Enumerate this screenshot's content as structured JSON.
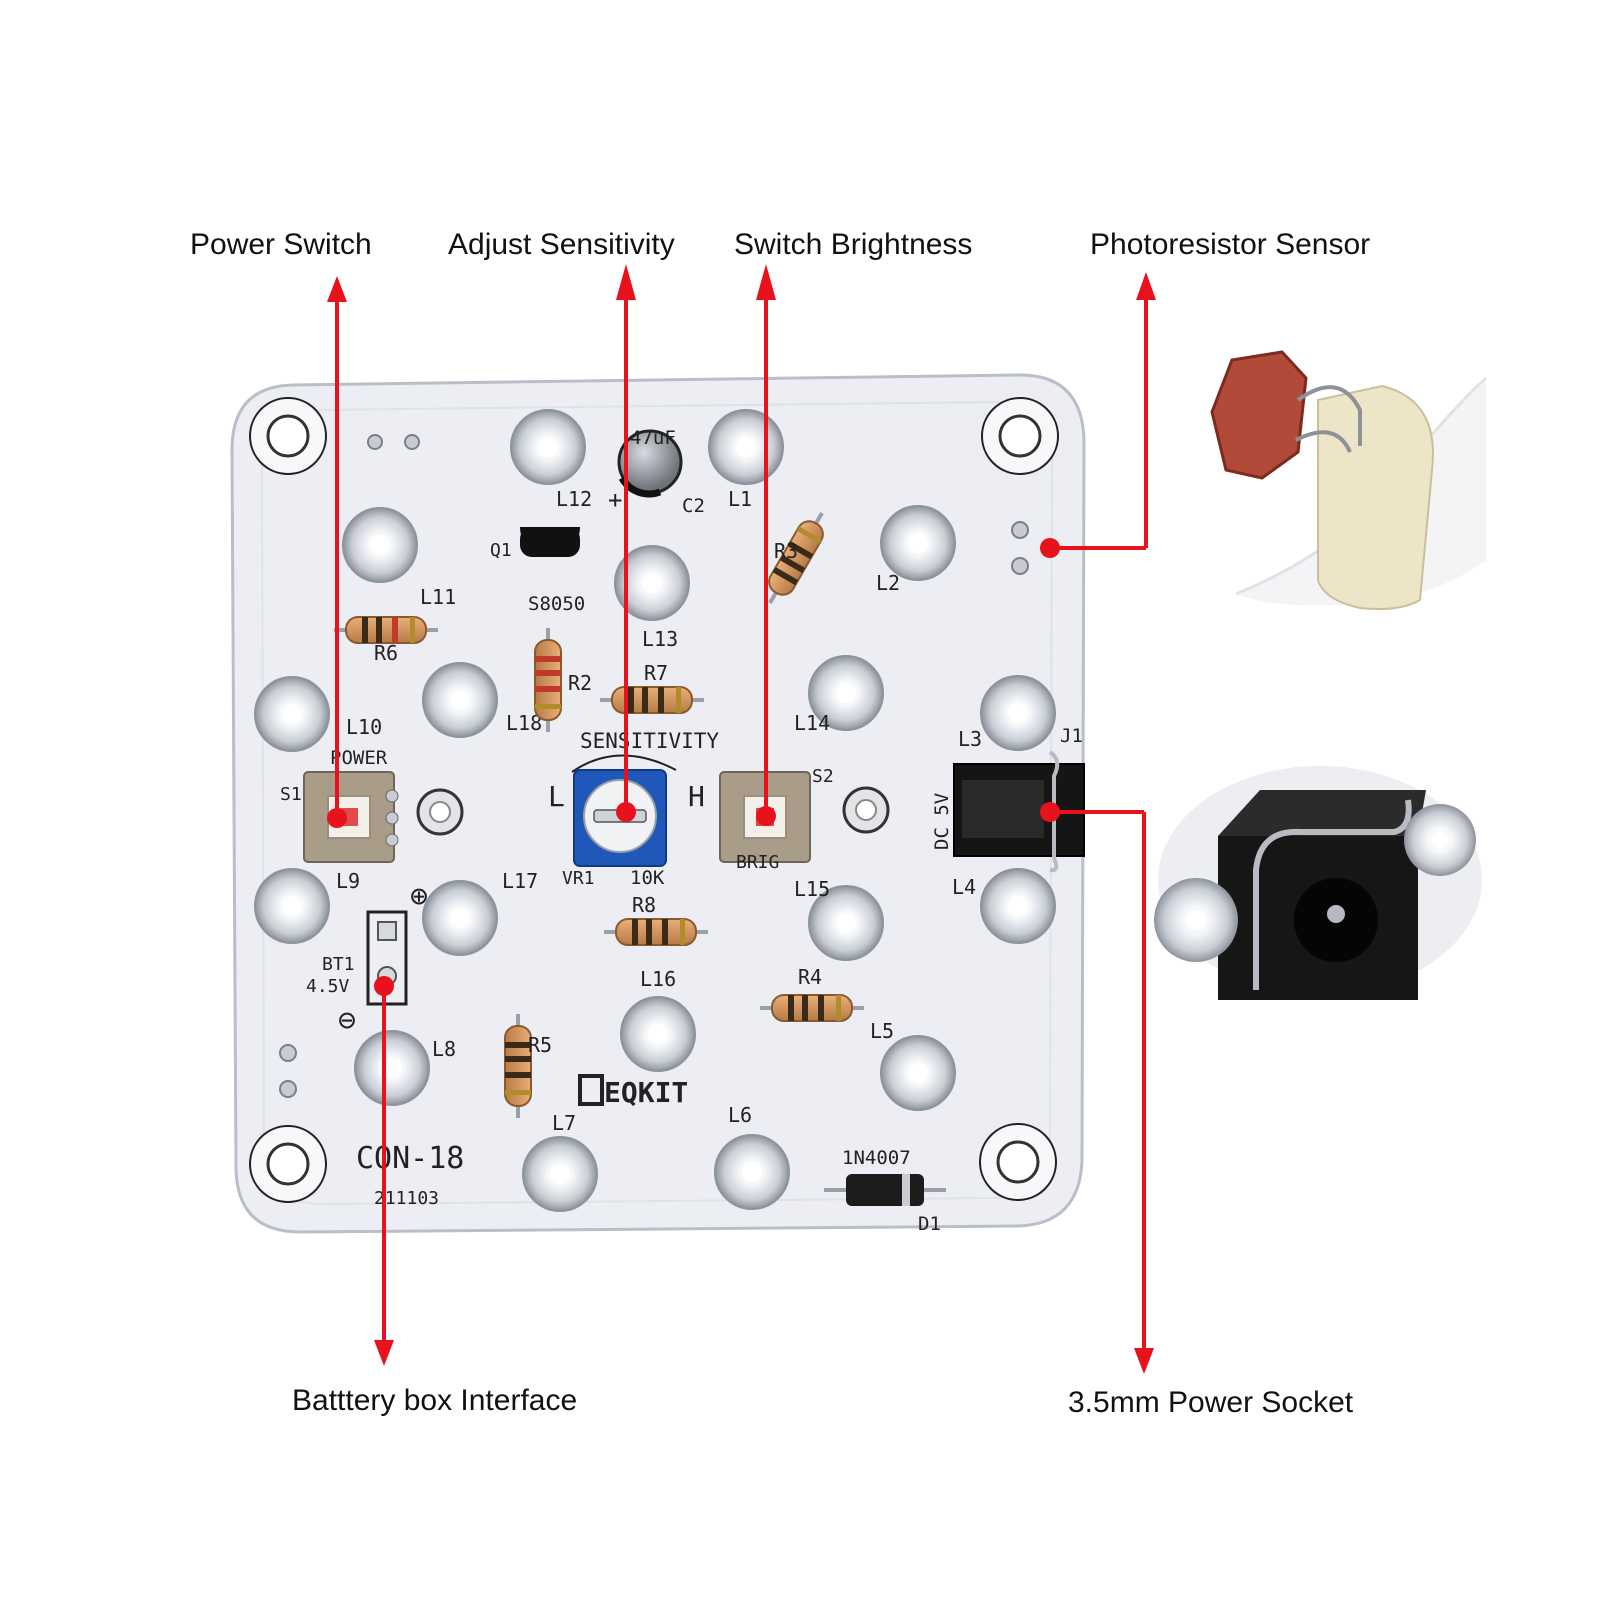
{
  "colors": {
    "arrow": "#e8121c",
    "board": "#eceef3",
    "silk": "#222222",
    "led_glow": "#ffffff"
  },
  "callouts": {
    "power_switch": "Power Switch",
    "adjust_sensitivity": "Adjust Sensitivity",
    "switch_brightness": "Switch Brightness",
    "photoresistor_sensor": "Photoresistor Sensor",
    "battery_box_interface": "Batttery box Interface",
    "power_socket": "3.5mm Power Socket"
  },
  "board": {
    "model": "CON-18",
    "date_code": "211103",
    "brand": "EQKIT",
    "sensitivity_label": "SENSITIVITY",
    "low_label": "L",
    "high_label": "H",
    "power_label": "POWER",
    "brig_label": "BRIG",
    "s1": "S1",
    "s2": "S2",
    "vr1": "VR1",
    "vr_value": "10K",
    "q1": "Q1",
    "transistor": "S8050",
    "cap_value": "47uF",
    "c2": "C2",
    "cap_plus": "+",
    "j1": "J1",
    "dc_label": "DC 5V",
    "bt1": "BT1",
    "bt_voltage": "4.5V",
    "diode": "1N4007",
    "d1": "D1",
    "plus_symbol": "⊕",
    "minus_symbol": "⊖",
    "resistors": [
      "R2",
      "R3",
      "R4",
      "R5",
      "R6",
      "R7",
      "R8"
    ],
    "leds": [
      "L1",
      "L2",
      "L3",
      "L4",
      "L5",
      "L6",
      "L7",
      "L8",
      "L9",
      "L10",
      "L11",
      "L12",
      "L13",
      "L14",
      "L15",
      "L16",
      "L17",
      "L18"
    ]
  }
}
